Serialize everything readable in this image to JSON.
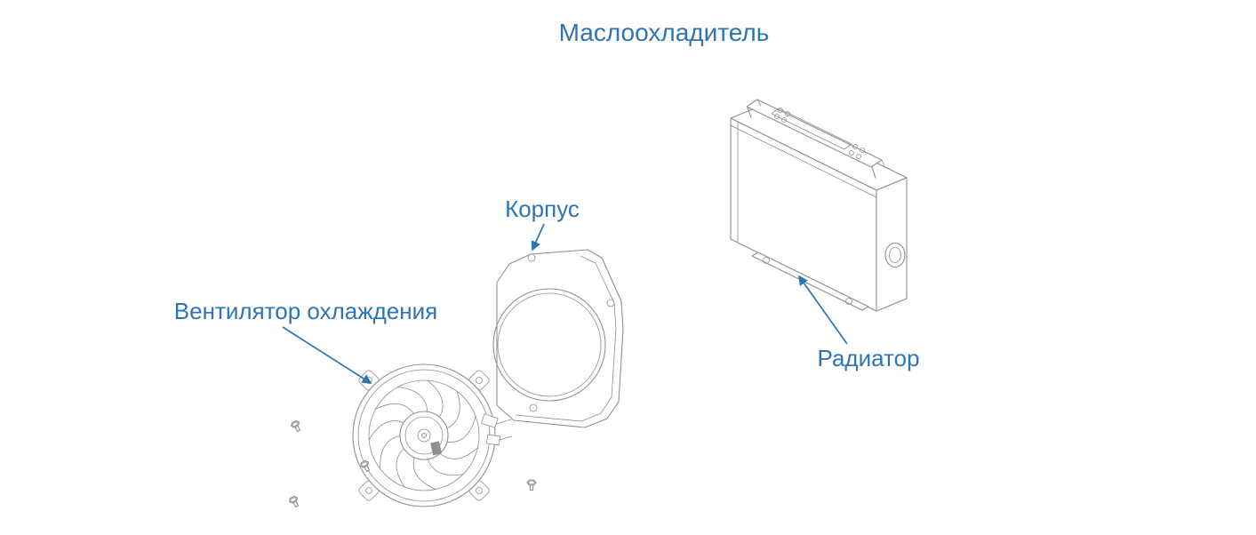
{
  "diagram": {
    "title": "Маслоохладитель",
    "labels": {
      "housing": "Корпус",
      "fan": "Вентилятор охлаждения",
      "radiator": "Радиатор"
    },
    "colors": {
      "label_text": "#2e74b5",
      "arrow": "#2e74b5",
      "line_art": "#8f8f8f",
      "background": "#ffffff"
    }
  }
}
